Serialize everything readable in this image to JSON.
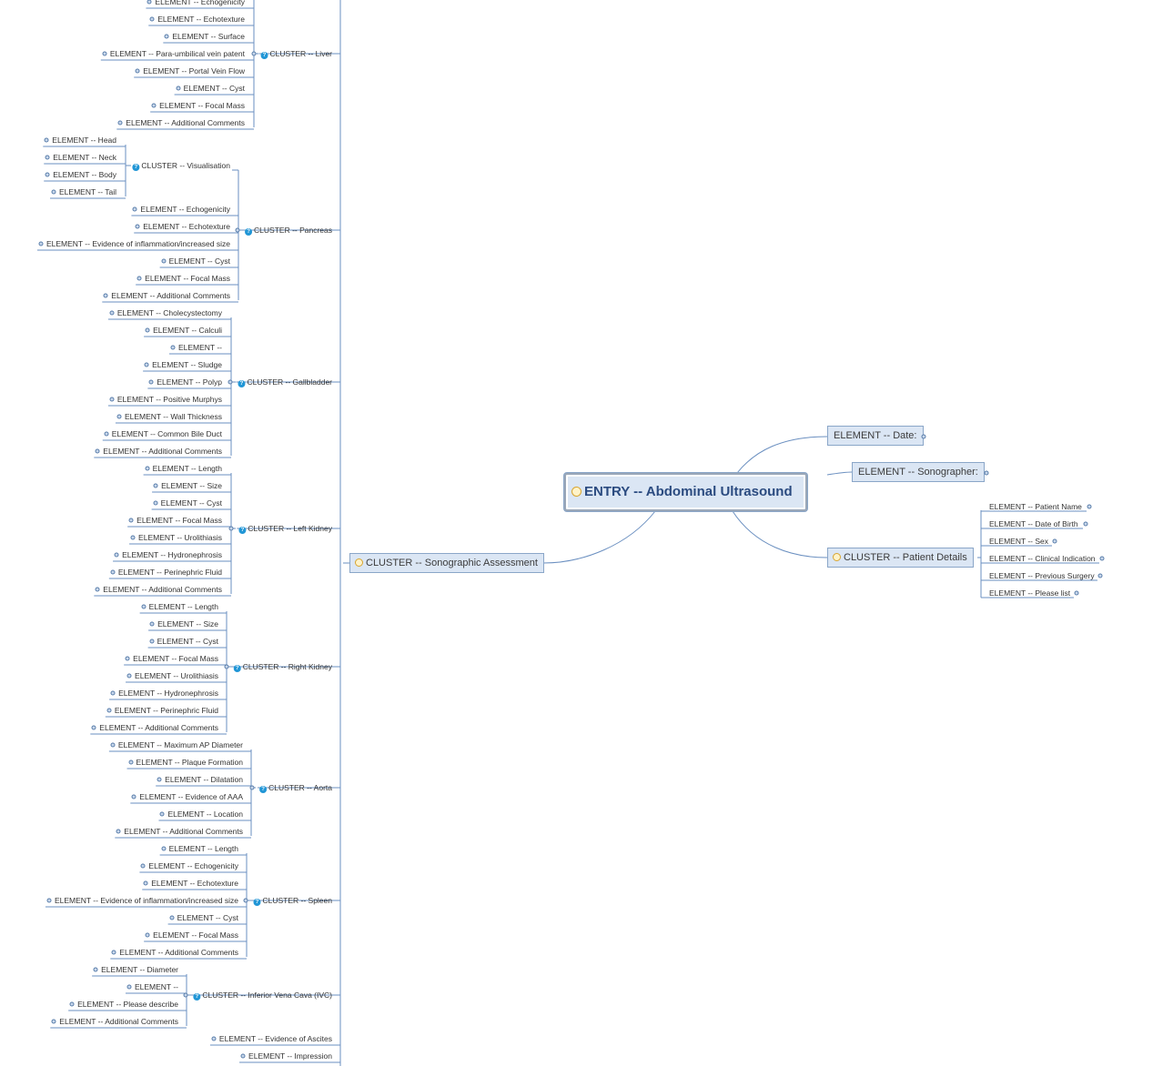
{
  "central": {
    "label": "ENTRY -- Abdominal Ultrasound",
    "icon": "pending-icon"
  },
  "right_branch": {
    "date": "ELEMENT -- Date:",
    "sonographer": "ELEMENT -- Sonographer:",
    "patient_details": {
      "label": "CLUSTER -- Patient Details",
      "children": [
        "ELEMENT -- Patient Name",
        "ELEMENT -- Date of Birth",
        "ELEMENT -- Sex",
        "ELEMENT -- Clinical Indication",
        "ELEMENT -- Previous Surgery",
        "ELEMENT -- Please list"
      ]
    }
  },
  "assessment": {
    "label": "CLUSTER -- Sonographic Assessment",
    "clusters": [
      {
        "label": "CLUSTER -- Liver",
        "children": [
          "ELEMENT -- Echogenicity",
          "ELEMENT -- Echotexture",
          "ELEMENT -- Surface",
          "ELEMENT -- Para-umbilical vein patent",
          "ELEMENT -- Portal Vein Flow",
          "ELEMENT -- Cyst",
          "ELEMENT -- Focal Mass",
          "ELEMENT -- Additional Comments"
        ]
      },
      {
        "label": "CLUSTER -- Pancreas",
        "children": [
          "ELEMENT -- Echogenicity",
          "ELEMENT -- Echotexture",
          "ELEMENT -- Evidence of inflammation/increased size",
          "ELEMENT -- Cyst",
          "ELEMENT -- Focal Mass",
          "ELEMENT -- Additional Comments"
        ],
        "sub_cluster": {
          "label": "CLUSTER -- Visualisation",
          "children": [
            "ELEMENT -- Head",
            "ELEMENT -- Neck",
            "ELEMENT -- Body",
            "ELEMENT -- Tail"
          ]
        }
      },
      {
        "label": "CLUSTER -- Gallbladder",
        "children": [
          "ELEMENT -- Cholecystectomy",
          "ELEMENT -- Calculi",
          "ELEMENT --",
          "ELEMENT -- Sludge",
          "ELEMENT -- Polyp",
          "ELEMENT -- Positive Murphys",
          "ELEMENT -- Wall Thickness",
          "ELEMENT -- Common Bile Duct",
          "ELEMENT -- Additional Comments"
        ]
      },
      {
        "label": "CLUSTER -- Left Kidney",
        "children": [
          "ELEMENT -- Length",
          "ELEMENT -- Size",
          "ELEMENT -- Cyst",
          "ELEMENT -- Focal Mass",
          "ELEMENT -- Urolithiasis",
          "ELEMENT -- Hydronephrosis",
          "ELEMENT -- Perinephric Fluid",
          "ELEMENT -- Additional Comments"
        ]
      },
      {
        "label": "CLUSTER -- Right Kidney",
        "children": [
          "ELEMENT -- Length",
          "ELEMENT -- Size",
          "ELEMENT -- Cyst",
          "ELEMENT -- Focal Mass",
          "ELEMENT -- Urolithiasis",
          "ELEMENT -- Hydronephrosis",
          "ELEMENT -- Perinephric Fluid",
          "ELEMENT -- Additional Comments"
        ]
      },
      {
        "label": "CLUSTER -- Aorta",
        "children": [
          "ELEMENT -- Maximum AP Diameter",
          "ELEMENT -- Plaque Formation",
          "ELEMENT -- Dilatation",
          "ELEMENT -- Evidence of AAA",
          "ELEMENT -- Location",
          "ELEMENT -- Additional Comments"
        ]
      },
      {
        "label": "CLUSTER -- Spleen",
        "children": [
          "ELEMENT -- Length",
          "ELEMENT -- Echogenicity",
          "ELEMENT -- Echotexture",
          "ELEMENT -- Evidence of inflammation/increased size",
          "ELEMENT -- Cyst",
          "ELEMENT -- Focal Mass",
          "ELEMENT -- Additional Comments"
        ]
      },
      {
        "label": "CLUSTER -- Inferior Vena Cava (IVC)",
        "children": [
          "ELEMENT -- Diameter",
          "ELEMENT --",
          "ELEMENT -- Please describe",
          "ELEMENT -- Additional Comments"
        ]
      }
    ],
    "leaves": [
      "ELEMENT -- Evidence of Ascites",
      "ELEMENT -- Impression"
    ]
  },
  "colors": {
    "line": "#6a8fc0",
    "box_fill": "#dbe6f4",
    "box_border": "#8aa6c8",
    "question_icon": "#2196d6"
  },
  "icons": {
    "cluster": "question-icon",
    "pending": "pending-icon"
  }
}
